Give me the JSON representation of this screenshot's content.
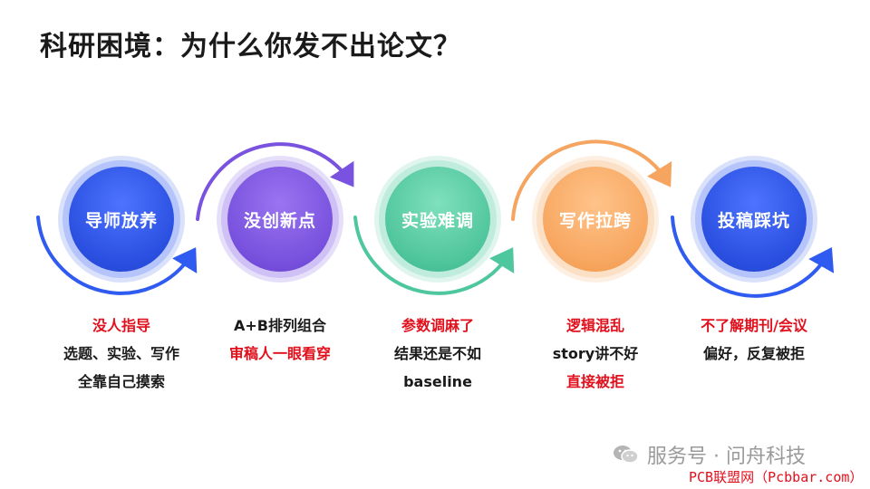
{
  "title": "科研困境：为什么你发不出论文？",
  "steps": [
    {
      "label": "导师放养",
      "lines": [
        {
          "text": "没人指导",
          "color": "red"
        },
        {
          "text": "选题、实验、写作",
          "color": "dark"
        },
        {
          "text": "全靠自己摸索",
          "color": "dark"
        }
      ]
    },
    {
      "label": "没创新点",
      "lines": [
        {
          "text": "A+B排列组合",
          "color": "dark"
        },
        {
          "text": "审稿人一眼看穿",
          "color": "red"
        }
      ]
    },
    {
      "label": "实验难调",
      "lines": [
        {
          "text": "参数调麻了",
          "color": "red"
        },
        {
          "text": "结果还是不如",
          "color": "dark"
        },
        {
          "text": "baseline",
          "color": "dark"
        }
      ]
    },
    {
      "label": "写作拉跨",
      "lines": [
        {
          "text": "逻辑混乱",
          "color": "red"
        },
        {
          "text": "story讲不好",
          "color": "dark"
        },
        {
          "text": "直接被拒",
          "color": "red"
        }
      ]
    },
    {
      "label": "投稿踩坑",
      "lines": [
        {
          "text": "不了解期刊/会议",
          "color": "red"
        },
        {
          "text": "偏好，反复被拒",
          "color": "dark"
        }
      ]
    }
  ],
  "arc_colors": [
    "#2f5bf0",
    "#7a52e0",
    "#4fc79e",
    "#f5a560",
    "#2f5bf0"
  ],
  "watermark": {
    "text": "服务号 · 问舟科技",
    "icon": "wechat-icon"
  },
  "site": "PCB联盟网（Pcbbar.com）"
}
